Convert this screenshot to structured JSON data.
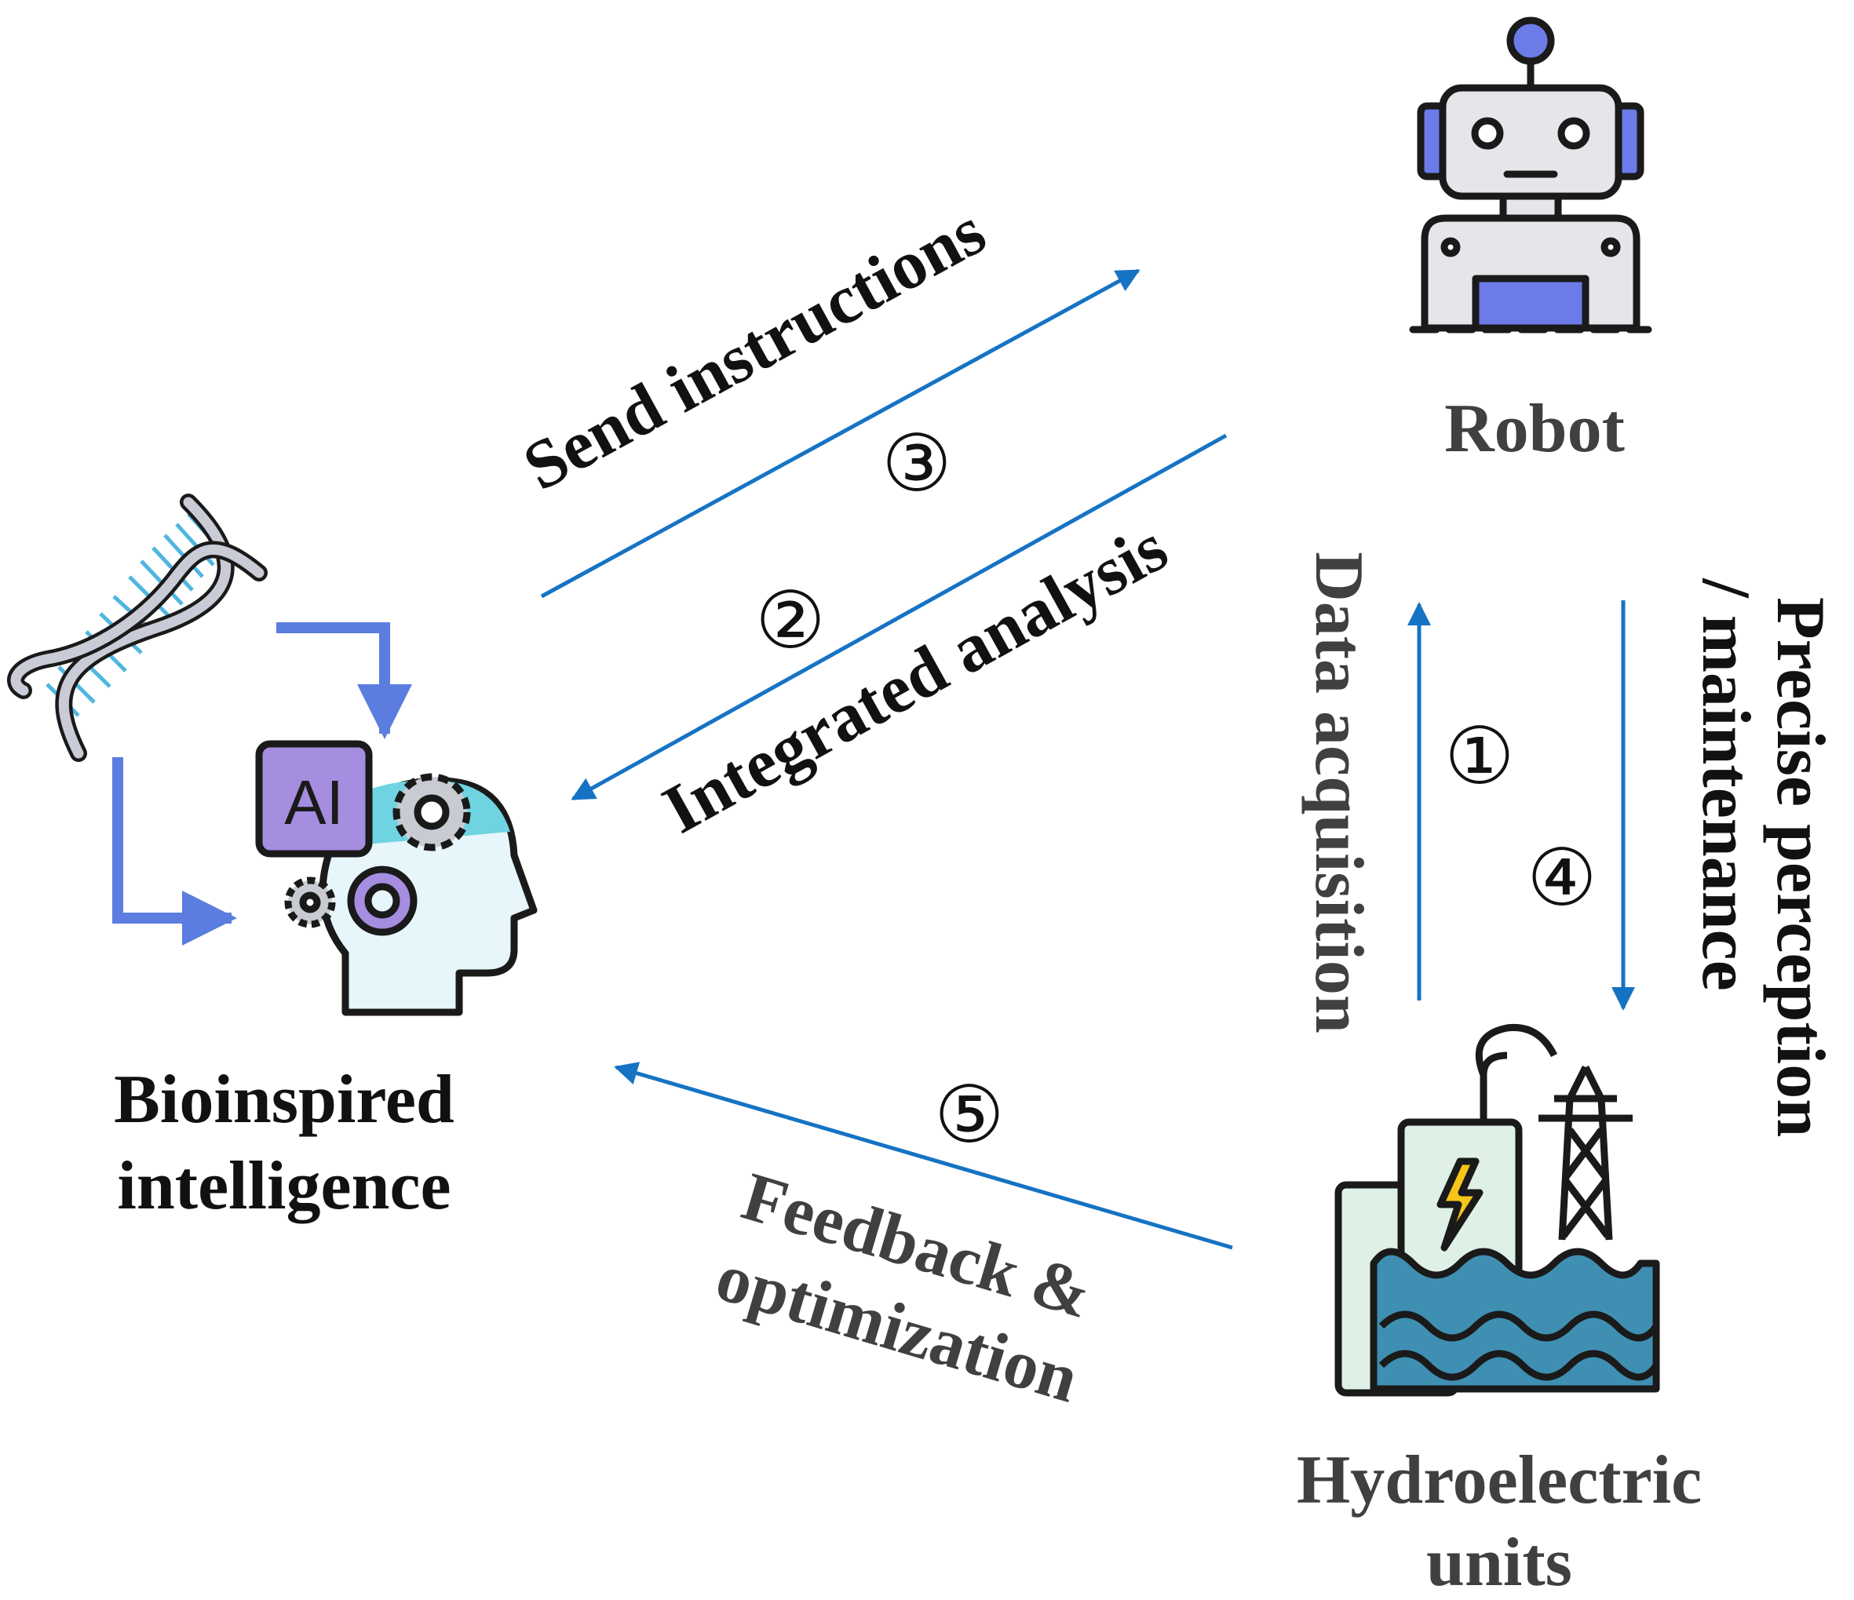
{
  "colors": {
    "arrow": "#1673c4",
    "dark_text": "#111111",
    "gray_text": "#404040",
    "icon_outline": "#1a1a1a",
    "robot_gray": "#e6e6ea",
    "robot_accent": "#6b7be8",
    "dna_blue": "#4fb6e0",
    "dna_strand": "#c9ccd6",
    "bracket_blue": "#5b7de0",
    "ai_purple": "#a58de0",
    "head_cyan": "#6fd3e2",
    "head_fill": "#e6f6fa",
    "water_blue": "#3f8fb3",
    "bolt_yellow": "#f5c518",
    "panel_green": "#dff0e6"
  },
  "nodes": {
    "robot": {
      "label": "Robot",
      "icon": "robot-icon"
    },
    "bioinspired": {
      "label_lines": [
        "Bioinspired",
        "intelligence"
      ],
      "icon": "ai-head-icon",
      "badge": "AI"
    },
    "hydro": {
      "label_lines": [
        "Hydroelectric",
        "units"
      ],
      "icon": "hydro-plant-icon"
    }
  },
  "edges": {
    "send": {
      "label": "Send instructions",
      "step": "③"
    },
    "integrated": {
      "label": "Integrated analysis",
      "step": "②"
    },
    "data": {
      "label": "Data acquisition",
      "step": "①"
    },
    "precise": {
      "label_lines": [
        "Precise perception",
        "/ maintenance"
      ],
      "step": "④"
    },
    "feedback": {
      "label_lines": [
        "Feedback &",
        "optimization"
      ],
      "step": "⑤"
    }
  }
}
